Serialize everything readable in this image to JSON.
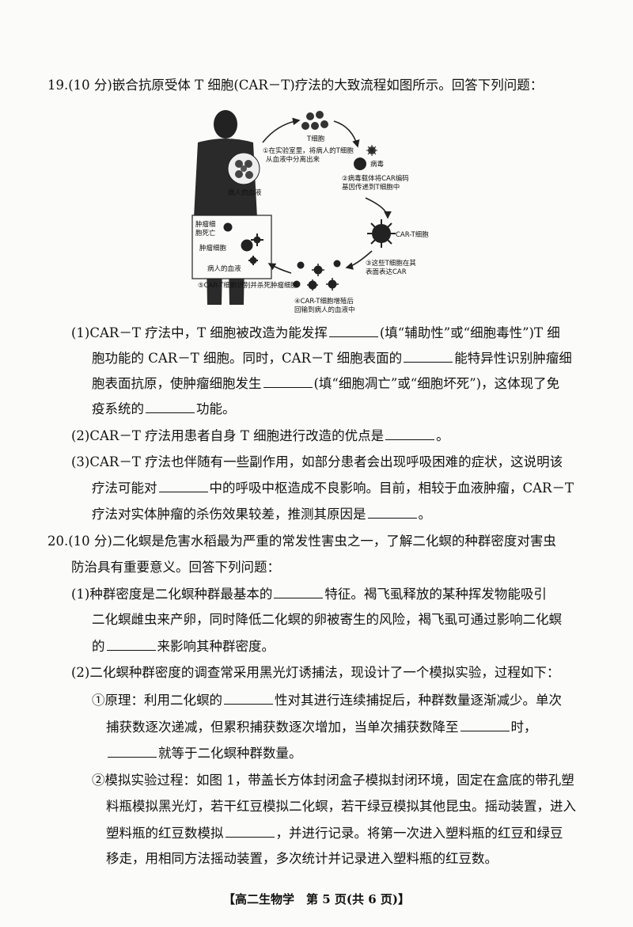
{
  "q19": {
    "stem": "19.(10 分)嵌合抗原受体 T 细胞(CAR－T)疗法的大致流程如图所示。回答下列问题：",
    "diagram": {
      "t_cell": "T细胞",
      "step1a": "①在实验室里，将病人的T细胞",
      "step1b": "从血液中分离出来",
      "virus": "病毒",
      "step2a": "②病毒载体将CAR编码",
      "step2b": "基因传递到T细胞中",
      "car_t": "CAR-T细胞",
      "step3a": "③这些T细胞在其",
      "step3b": "表面表达CAR",
      "step4a": "④CAR-T细胞增殖后",
      "step4b": "回输到病人的血液中",
      "step5": "⑤CAR-T细胞识别并杀死肿瘤细胞",
      "tumor_dead_a": "肿瘤细",
      "tumor_dead_b": "胞死亡",
      "tumor_cell": "肿瘤细胞",
      "patient_blood_box": "病人的血液",
      "patient_blood": "病人的血液"
    },
    "p1": {
      "a": "(1)CAR－T 疗法中，T 细胞被改造为能发挥",
      "b": "(填“辅助性”或“细胞毒性”)T 细",
      "c": "胞功能的 CAR－T 细胞。同时，CAR－T 细胞表面的",
      "d": "能特异性识别肿瘤细",
      "e": "胞表面抗原，使肿瘤细胞发生",
      "f": "(填“细胞凋亡”或“细胞坏死”)，这体现了免",
      "g": "疫系统的",
      "h": "功能。"
    },
    "p2": {
      "a": "(2)CAR－T 疗法用患者自身 T 细胞进行改造的优点是",
      "b": "。"
    },
    "p3": {
      "a": "(3)CAR－T 疗法也伴随有一些副作用，如部分患者会出现呼吸困难的症状，这说明该",
      "b": "疗法可能对",
      "c": "中的呼吸中枢造成不良影响。目前，相较于血液肿瘤，CAR－T",
      "d": "疗法对实体肿瘤的杀伤效果较差，推测其原因是",
      "e": "。"
    }
  },
  "q20": {
    "stem_a": "20.(10 分)二化螟是危害水稻最为严重的常发性害虫之一，了解二化螟的种群密度对害虫",
    "stem_b": "防治具有重要意义。回答下列问题：",
    "p1": {
      "a": "(1)种群密度是二化螟种群最基本的",
      "b": "特征。褐飞虱释放的某种挥发物能吸引",
      "c": "二化螟雌虫来产卵，同时降低二化螟的卵被寄生的风险，褐飞虱可通过影响二化螟",
      "d": "的",
      "e": "来影响其种群密度。"
    },
    "p2": {
      "intro": "(2)二化螟种群密度的调查常采用黑光灯诱捕法，现设计了一个模拟实验，过程如下：",
      "i1a": "①原理：利用二化螟的",
      "i1b": "性对其进行连续捕捉后，种群数量逐渐减少。单次",
      "i1c": "捕获数逐次递减，但累积捕获数逐次增加，当单次捕获数降至",
      "i1d": "时，",
      "i1e": "就等于二化螟种群数量。",
      "i2a": "②模拟实验过程：如图 1，带盖长方体封闭盒子模拟封闭环境，固定在盒底的带孔塑",
      "i2b": "料瓶模拟黑光灯，若干红豆模拟二化螟，若干绿豆模拟其他昆虫。摇动装置，进入",
      "i2c": "塑料瓶的红豆数模拟",
      "i2d": "，并进行记录。将第一次进入塑料瓶的红豆和绿豆",
      "i2e": "移走，用相同方法摇动装置，多次统计并记录进入塑料瓶的红豆数。"
    }
  },
  "footer": "【高二生物学　第 5 页(共 6 页)】"
}
